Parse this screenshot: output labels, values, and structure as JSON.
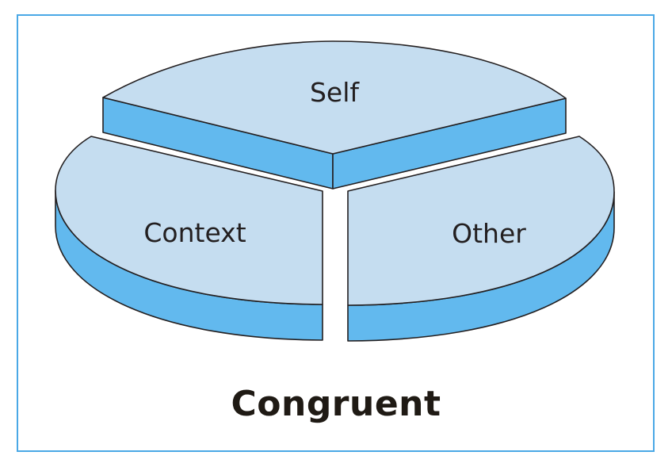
{
  "segments": [
    {
      "id": "self",
      "label": "Self"
    },
    {
      "id": "context",
      "label": "Context"
    },
    {
      "id": "other",
      "label": "Other"
    }
  ],
  "caption": "Congruent",
  "colors": {
    "frame": "#4aa8e6",
    "top_face": "#c5ddf0",
    "side_face": "#62b9ee",
    "outline": "#231f20",
    "text": "#231f20"
  }
}
